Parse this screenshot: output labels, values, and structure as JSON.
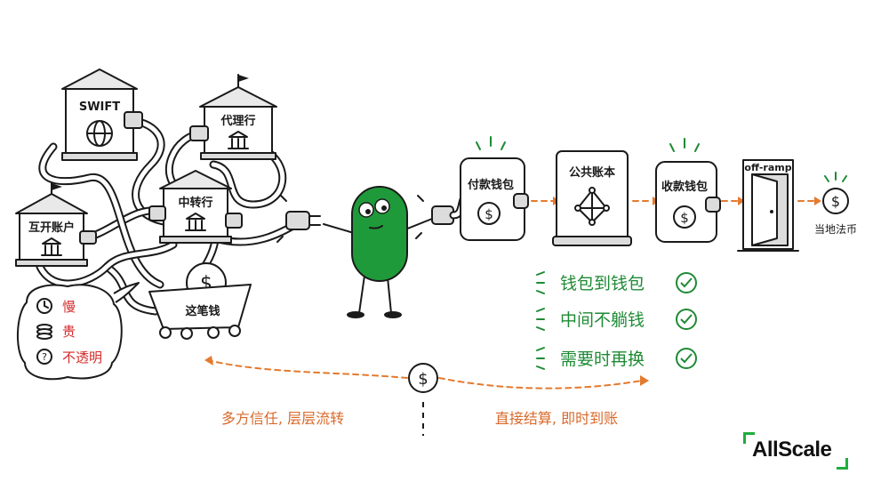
{
  "legacy": {
    "banks": {
      "swift": "SWIFT",
      "agent": "代理行",
      "intermediary": "中转行",
      "correspondent": "互开账户"
    },
    "cart_label": "这笔钱",
    "problems": [
      {
        "icon": "clock-icon",
        "label": "慢"
      },
      {
        "icon": "coin-stack-icon",
        "label": "贵"
      },
      {
        "icon": "question-icon",
        "label": "不透明"
      }
    ]
  },
  "flow": {
    "steps": {
      "payer_wallet": "付款钱包",
      "ledger": "公共账本",
      "payee_wallet": "收款钱包",
      "offramp": "off-ramp",
      "fiat": "当地法币"
    }
  },
  "benefits": [
    {
      "label": "钱包到钱包"
    },
    {
      "label": "中间不躺钱"
    },
    {
      "label": "需要时再换"
    }
  ],
  "bottom": {
    "left_caption": "多方信任, 层层流转",
    "right_caption": "直接结算, 即时到账"
  },
  "brand": {
    "logo_text": "AllScale",
    "accent": "#1fae3d"
  },
  "colors": {
    "green": "#1e8a34",
    "orange": "#e47a2e",
    "red": "#d42a2a",
    "character": "#1f9a3a"
  }
}
